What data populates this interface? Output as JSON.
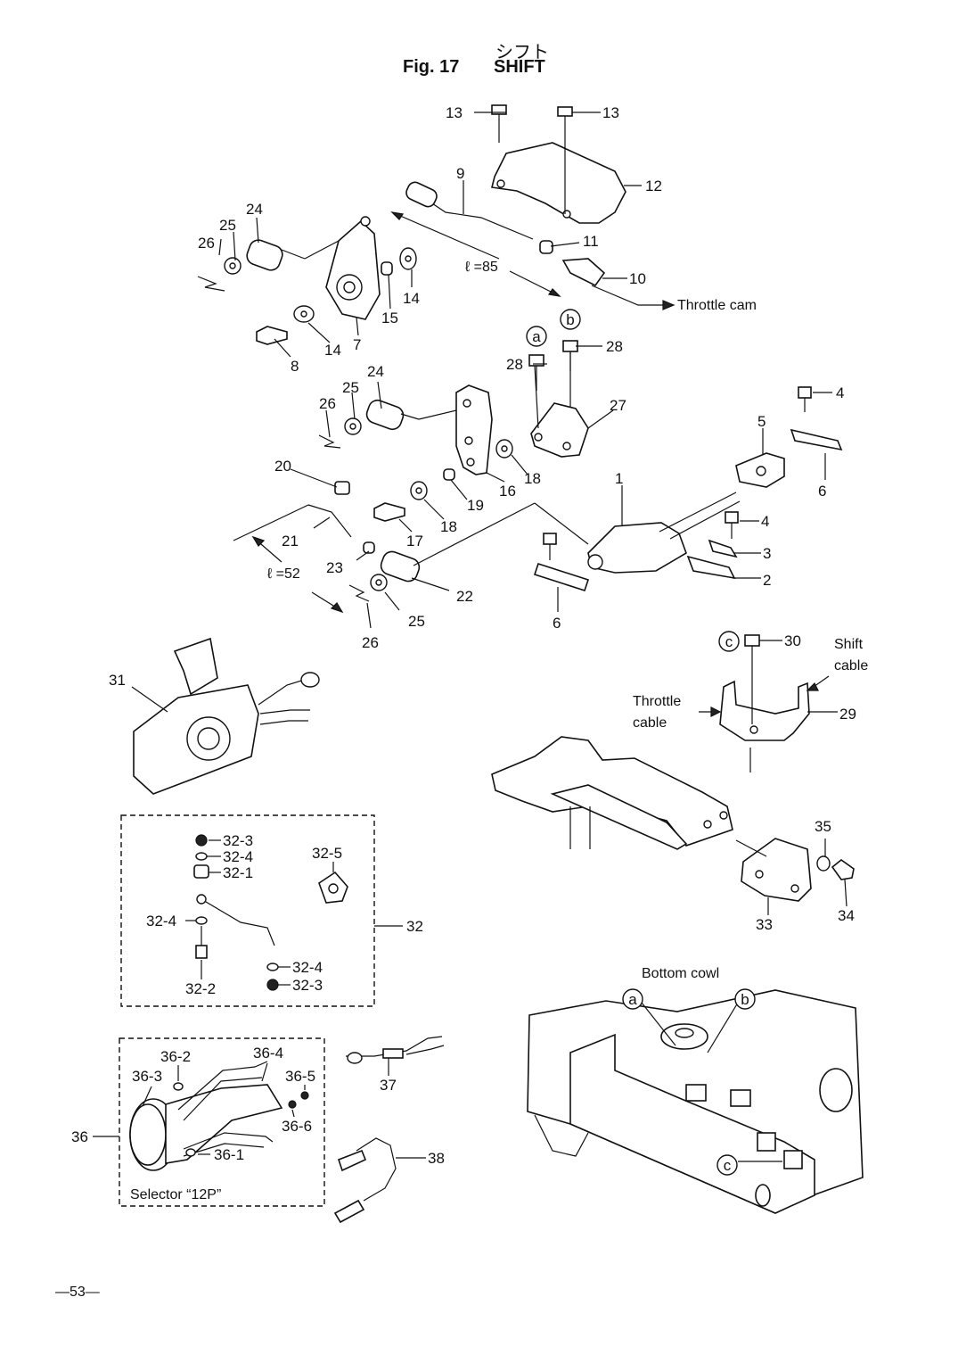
{
  "header": {
    "japanese_title": "シフト",
    "fig_number": "Fig. 17",
    "title": "SHIFT"
  },
  "callouts": {
    "p1": "1",
    "p2": "2",
    "p3": "3",
    "p4a": "4",
    "p4b": "4",
    "p5": "5",
    "p6a": "6",
    "p6b": "6",
    "p7": "7",
    "p8": "8",
    "p9": "9",
    "p10": "10",
    "p11": "11",
    "p12": "12",
    "p13a": "13",
    "p13b": "13",
    "p14a": "14",
    "p14b": "14",
    "p15": "15",
    "p16": "16",
    "p17": "17",
    "p18a": "18",
    "p18b": "18",
    "p19": "19",
    "p20": "20",
    "p21": "21",
    "p22": "22",
    "p23": "23",
    "p24a": "24",
    "p24b": "24",
    "p25a": "25",
    "p25b": "25",
    "p25c": "25",
    "p26a": "26",
    "p26b": "26",
    "p26c": "26",
    "p27": "27",
    "p28a": "28",
    "p28b": "28",
    "p29": "29",
    "p30": "30",
    "p31": "31",
    "p32": "32",
    "p32_1": "32-1",
    "p32_2": "32-2",
    "p32_3a": "32-3",
    "p32_3b": "32-3",
    "p32_4a": "32-4",
    "p32_4b": "32-4",
    "p32_4c": "32-4",
    "p32_5": "32-5",
    "p33": "33",
    "p34": "34",
    "p35": "35",
    "p36": "36",
    "p36_1": "36-1",
    "p36_2": "36-2",
    "p36_3": "36-3",
    "p36_4": "36-4",
    "p36_5": "36-5",
    "p36_6": "36-6",
    "p37": "37",
    "p38": "38"
  },
  "notes": {
    "length_85": "ℓ =85",
    "length_52": "ℓ =52",
    "throttle_cam": "Throttle cam",
    "shift_cable_1": "Shift",
    "shift_cable_2": "cable",
    "throttle_cable_1": "Throttle",
    "throttle_cable_2": "cable",
    "bottom_cowl": "Bottom cowl",
    "selector": "Selector “12P”"
  },
  "markers": {
    "a_top": "a",
    "b_top": "b",
    "c_top": "c",
    "a_cowl": "a",
    "b_cowl": "b",
    "c_cowl": "c"
  },
  "footer": {
    "page_number": "—53—"
  }
}
